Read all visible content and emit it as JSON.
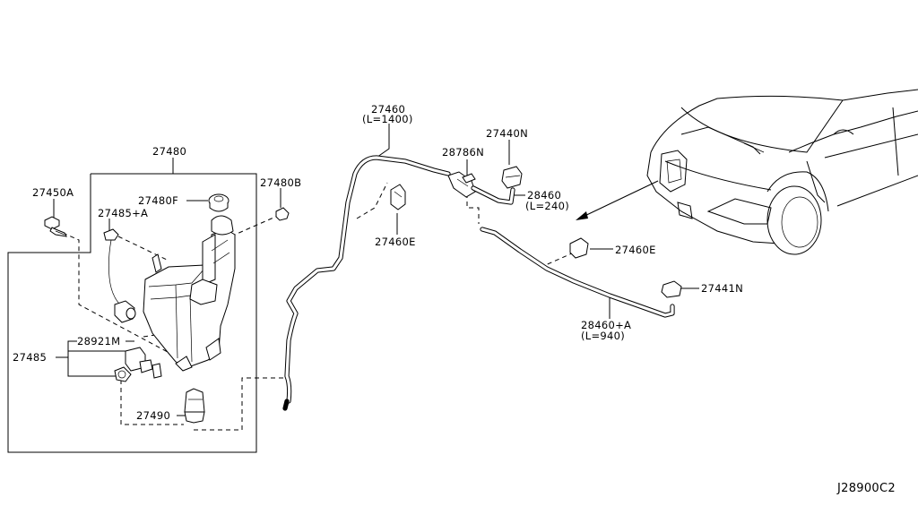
{
  "diagram": {
    "code": "J28900C2",
    "labels": {
      "p27480": "27480",
      "p27450a": "27450A",
      "p27480f": "27480F",
      "p27480b": "27480B",
      "p27485a": "27485+A",
      "p28921m": "28921M",
      "p27485": "27485",
      "p27490": "27490",
      "p27460": "27460",
      "p27460_len": "(L=1400)",
      "p27460e_a": "27460E",
      "p28786n": "28786N",
      "p27440n": "27440N",
      "p28460": "28460",
      "p28460_len": "(L=240)",
      "p27460e_b": "27460E",
      "p27441n": "27441N",
      "p28460a": "28460+A",
      "p28460a_len": "(L=940)"
    }
  }
}
